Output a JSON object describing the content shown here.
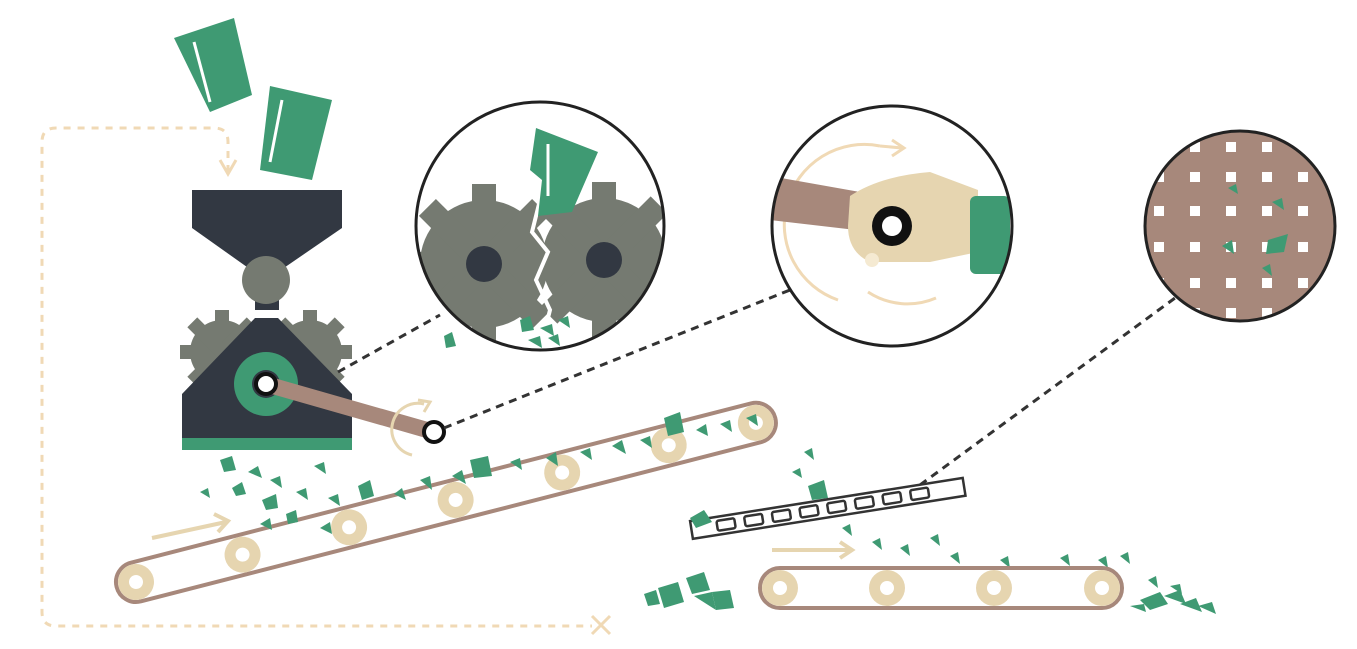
{
  "diagram": {
    "kind": "glass-crushing-recycling-process",
    "labels": [],
    "colors": {
      "glass": "#3f9a73",
      "machine": "#323842",
      "gear": "#757a71",
      "arm": "#a7887b",
      "belt_roller": "#e6d5b0",
      "belt_outline": "#a7887b",
      "hand": "#e6d5b0",
      "sieve": "#a7887b",
      "dashed_path": "#f0d9b5",
      "leader_line": "#333333"
    },
    "stages": [
      {
        "id": "input",
        "icon": "glass-cup-icon"
      },
      {
        "id": "crusher",
        "icon": "crusher-machine-icon"
      },
      {
        "id": "conveyor-1",
        "icon": "conveyor-belt-icon"
      },
      {
        "id": "sieve",
        "icon": "sieve-screen-icon"
      },
      {
        "id": "conveyor-2",
        "icon": "conveyor-belt-icon"
      }
    ],
    "details": [
      {
        "id": "gear-detail",
        "icon": "gear-crushing-icon"
      },
      {
        "id": "crank-detail",
        "icon": "hand-crank-icon"
      },
      {
        "id": "sieve-detail",
        "icon": "sieve-mesh-icon"
      }
    ]
  }
}
